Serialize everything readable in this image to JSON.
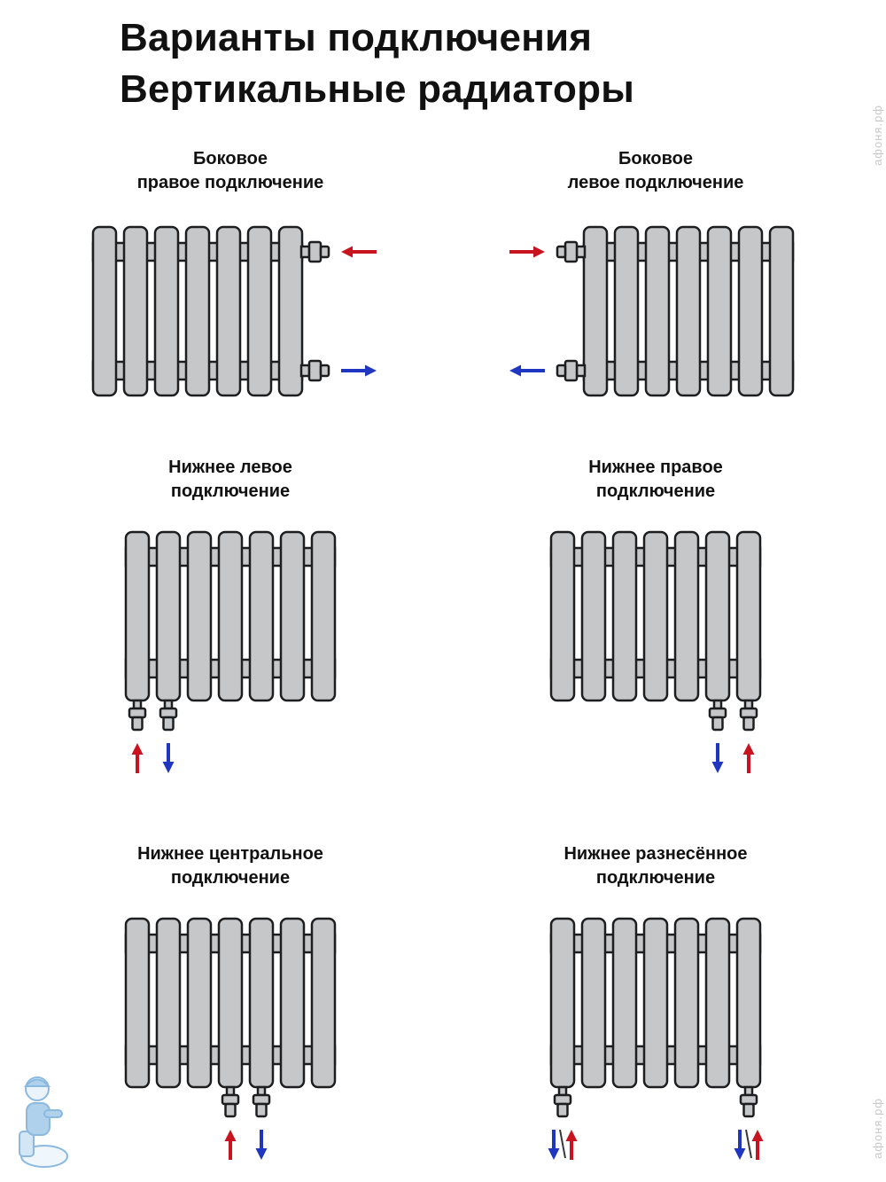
{
  "page": {
    "title_line1": "Варианты подключения",
    "title_line2": "Вертикальные радиаторы"
  },
  "watermark": {
    "site": "афоня.рф"
  },
  "colors": {
    "supply": "#c8141f",
    "return": "#1f36c0",
    "radiator_fill": "#c6c7c9",
    "outline": "#1d1e20",
    "slash": "#33363b"
  },
  "panels": [
    {
      "title_line1": "Боковое",
      "title_line2": "правое подключение",
      "type": "side-right",
      "supply": "вход сверху справа",
      "return": "выход снизу справа"
    },
    {
      "title_line1": "Боковое",
      "title_line2": "левое подключение",
      "type": "side-left",
      "supply": "вход сверху слева",
      "return": "выход снизу слева"
    },
    {
      "title_line1": "Нижнее левое",
      "title_line2": "подключение",
      "type": "bottom-left",
      "supply": "вход снизу слева",
      "return": "выход снизу слева"
    },
    {
      "title_line1": "Нижнее правое",
      "title_line2": "подключение",
      "type": "bottom-right",
      "supply": "вход снизу справа",
      "return": "выход снизу справа"
    },
    {
      "title_line1": "Нижнее центральное",
      "title_line2": "подключение",
      "type": "bottom-center",
      "supply": "вход снизу по центру",
      "return": "выход снизу по центру"
    },
    {
      "title_line1": "Нижнее разнесённое",
      "title_line2": "подключение",
      "type": "bottom-split",
      "supply": "вход снизу по краям",
      "return": "выход снизу по краям"
    }
  ]
}
